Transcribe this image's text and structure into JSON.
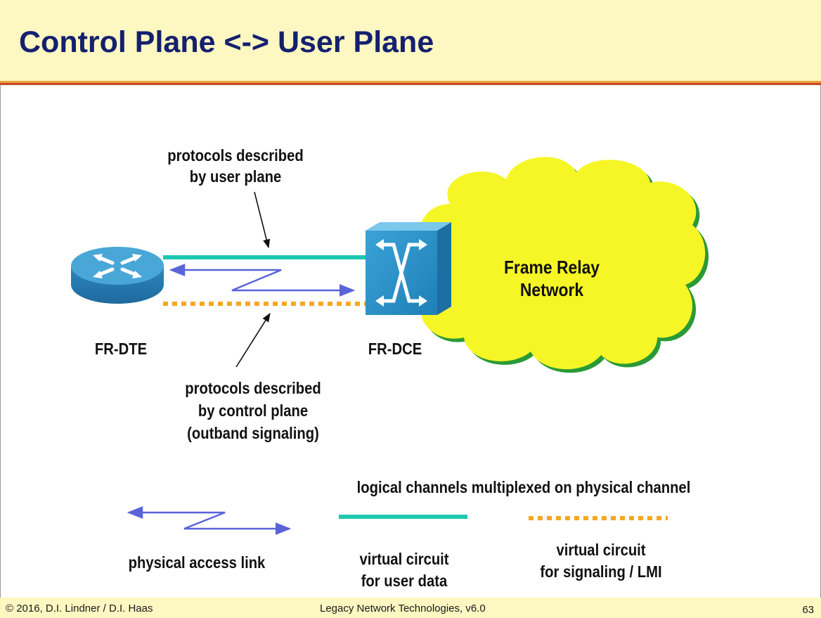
{
  "slide": {
    "title": "Control Plane <-> User Plane"
  },
  "diagram": {
    "user_plane_note": [
      "protocols described",
      "by user plane"
    ],
    "control_plane_note": [
      "protocols described",
      "by control plane",
      "(outband signaling)"
    ],
    "device_left": "FR-DTE",
    "device_right": "FR-DCE",
    "cloud_label": [
      "Frame Relay",
      "Network"
    ],
    "colors": {
      "user_circuit": "#1ec8b0",
      "signaling_circuit": "#f5a623",
      "access_link": "#5a64d8",
      "cloud": "#f6f626",
      "router": "#3b95c8",
      "switch": "#2f8fc4"
    }
  },
  "legend": {
    "heading": "logical channels multiplexed on physical channel",
    "physical_link": "physical access link",
    "user_circuit": [
      "virtual circuit",
      "for user data"
    ],
    "signaling_circuit": [
      "virtual circuit",
      "for signaling / LMI"
    ]
  },
  "footer": {
    "copyright": "© 2016, D.I. Lindner / D.I. Haas",
    "course": "Legacy Network Technologies, v6.0",
    "page_number": "63"
  }
}
